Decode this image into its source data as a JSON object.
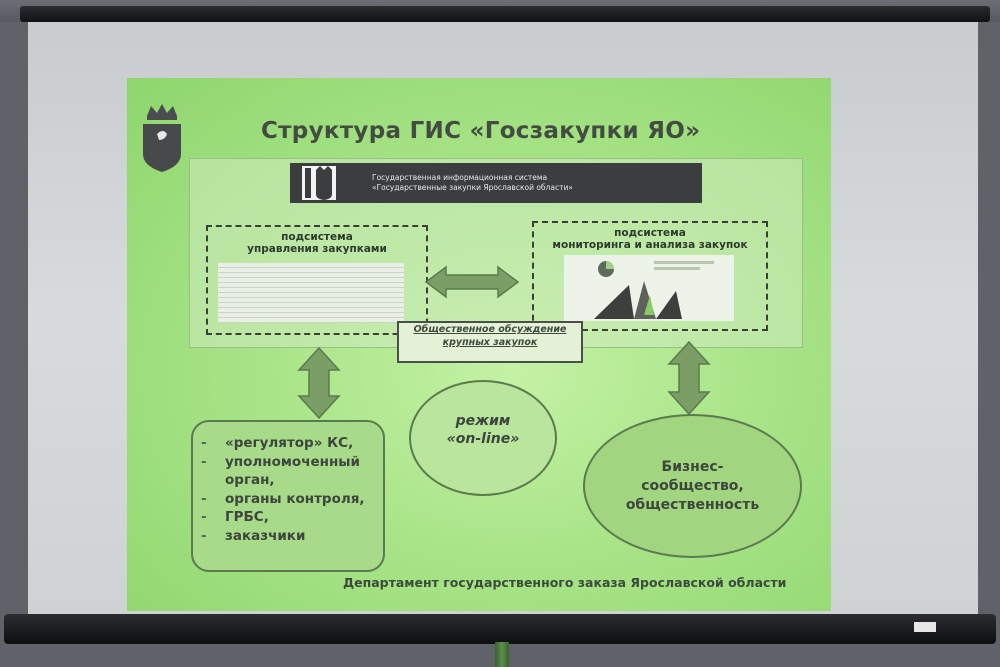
{
  "slide": {
    "title": "Структура ГИС «Госзакупки ЯО»",
    "banner": {
      "line1": "Государственная информационная система",
      "line2": "«Государственные закупки Ярославской области»"
    },
    "subsystem_left": {
      "line1": "подсистема",
      "line2": "управления закупками"
    },
    "subsystem_right": {
      "line1": "подсистема",
      "line2": "мониторинга и анализа закупок"
    },
    "discussion": {
      "line1": "Общественное обсуждение",
      "line2": "крупных закупок"
    },
    "participants": [
      {
        "text": "«регулятор» КС,"
      },
      {
        "text": "уполномоченный",
        "cont": "орган,"
      },
      {
        "text": "органы контроля,"
      },
      {
        "text": "ГРБС,"
      },
      {
        "text": "заказчики"
      }
    ],
    "mode": {
      "line1": "режим",
      "line2": "«on-line»"
    },
    "business": {
      "line1": "Бизнес-",
      "line2": "сообщество,",
      "line3": "общественность"
    },
    "footer": "Департамент государственного заказа Ярославской области"
  },
  "colors": {
    "slide_bg": "#a9e488",
    "arrow": "#7a9e66",
    "banner": "#3b3d3f"
  },
  "icons": [
    "crest-icon",
    "double-arrow-icon"
  ]
}
